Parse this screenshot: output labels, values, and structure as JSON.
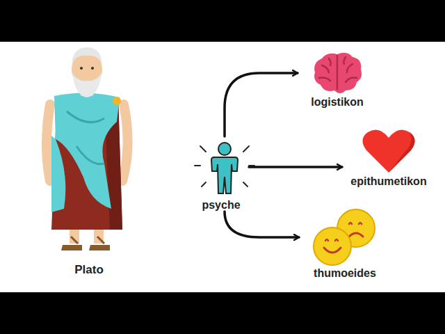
{
  "diagram": {
    "nodes": [
      {
        "text": [
          "psyche"
        ]
      },
      {
        "text": [
          "logistikon"
        ]
      },
      {
        "text": [
          "epithumetikon"
        ]
      },
      {
        "text": [
          "thumoeides"
        ]
      }
    ],
    "edges": [
      {
        "from": 0,
        "to": 1,
        "arrow": "to"
      },
      {
        "from": 0,
        "to": 2,
        "arrow": "to"
      },
      {
        "from": 0,
        "to": 3,
        "arrow": "to"
      }
    ],
    "labels": [
      "Plato"
    ]
  }
}
